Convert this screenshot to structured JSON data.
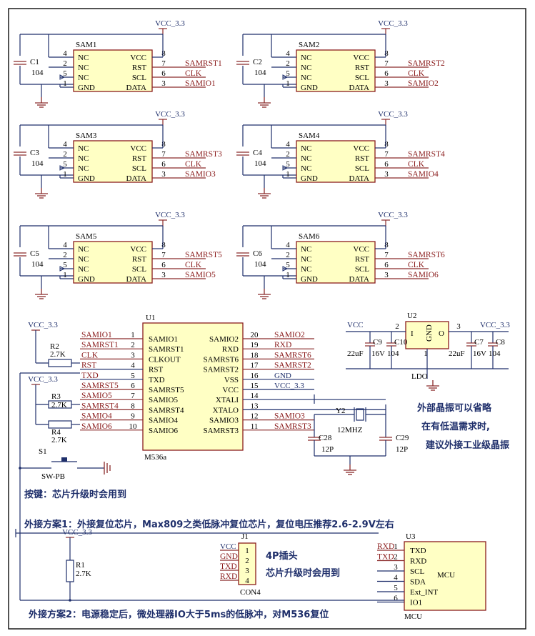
{
  "vcc33": "VCC_3.3",
  "vcc": "VCC",
  "sam_modules": [
    {
      "name": "SAM1",
      "cap": "C1",
      "rst": "SAMRST1",
      "io": "SAMIO1"
    },
    {
      "name": "SAM2",
      "cap": "C2",
      "rst": "SAMRST2",
      "io": "SAMIO2"
    },
    {
      "name": "SAM3",
      "cap": "C3",
      "rst": "SAMRST3",
      "io": "SAMIO3"
    },
    {
      "name": "SAM4",
      "cap": "C4",
      "rst": "SAMRST4",
      "io": "SAMIO4"
    },
    {
      "name": "SAM5",
      "cap": "C5",
      "rst": "SAMRST5",
      "io": "SAMIO5"
    },
    {
      "name": "SAM6",
      "cap": "C6",
      "rst": "SAMRST6",
      "io": "SAMIO6"
    }
  ],
  "sam_common": {
    "cap_value": "104",
    "clk": "CLK",
    "left_pins": [
      "NC",
      "NC",
      "NC",
      "GND"
    ],
    "right_pins": [
      "VCC",
      "RST",
      "SCL",
      "DATA"
    ],
    "left_nums": [
      "4",
      "2",
      "5",
      "1"
    ],
    "right_nums": [
      "8",
      "7",
      "6",
      "3"
    ]
  },
  "u1": {
    "ref": "U1",
    "part": "M536a",
    "left_pins": [
      "SAMIO1",
      "SAMRST1",
      "CLKOUT",
      "RST",
      "TXD",
      "SAMRST5",
      "SAMIO5",
      "SAMRST4",
      "SAMIO4",
      "SAMIO6"
    ],
    "left_nums": [
      "1",
      "2",
      "3",
      "4",
      "5",
      "6",
      "7",
      "8",
      "9",
      "10"
    ],
    "right_pins": [
      "SAMIO2",
      "RXD",
      "SAMRST6",
      "SAMRST2",
      "VSS",
      "VCC",
      "XTALI",
      "XTALO",
      "SAMIO3",
      "SAMRST3"
    ],
    "right_nums": [
      "20",
      "19",
      "18",
      "17",
      "16",
      "15",
      "14",
      "13",
      "12",
      "11"
    ],
    "left_nets": [
      "SAMIO1",
      "SAMRST1",
      "CLK",
      "RST",
      "TXD",
      "SAMRST5",
      "SAMIO5",
      "SAMRST4",
      "SAMIO4",
      "SAMIO6"
    ],
    "right_nets": [
      "SAMIO2",
      "RXD",
      "SAMRST6",
      "SAMRST2",
      "GND",
      "VCC_3.3",
      "",
      "",
      "SAMIO3",
      "SAMRST3"
    ]
  },
  "resistors": {
    "r2": {
      "ref": "R2",
      "value": "2.7K"
    },
    "r3": {
      "ref": "R3",
      "value": "2.7K"
    },
    "r4": {
      "ref": "R4",
      "value": "2.7K"
    },
    "r1": {
      "ref": "R1",
      "value": "2.7K"
    }
  },
  "switch": {
    "ref": "S1",
    "part": "SW-PB"
  },
  "crystal": {
    "ref": "Y2",
    "value": "12MHZ"
  },
  "crystal_caps": [
    {
      "ref": "C28",
      "value": "12P"
    },
    {
      "ref": "C29",
      "value": "12P"
    }
  ],
  "ldo": {
    "ref": "U2",
    "part": "LDO",
    "pin_i": "I",
    "pin_gnd": "GND",
    "pin_o": "O",
    "num_in": "2",
    "num_gnd": "1",
    "num_out": "3",
    "c9": "C9",
    "c10": "C10",
    "c7": "C7",
    "c8": "C8",
    "c9_val": "22uF",
    "c9_v": "16V",
    "c10_val": "104",
    "c7_val": "22uF",
    "c7_v": "16V",
    "c8_val": "104"
  },
  "notes": {
    "crystal_note": [
      "外部晶振可以省略",
      "在有低温需求时,",
      "建议外接工业级晶振"
    ],
    "button_note": "按键：芯片升级时会用到",
    "scheme1": "外接方案1：外接复位芯片，Max809之类低脉冲复位芯片，复位电压推荐2.6-2.9V左右",
    "scheme2": "外接方案2：电源稳定后，微处理器IO大于5ms的低脉冲，对M536复位",
    "header_note1": "4P插头",
    "header_note2": "芯片升级时会用到"
  },
  "j1": {
    "ref": "J1",
    "part": "CON4",
    "nets": [
      "VCC",
      "GND",
      "TXD",
      "RXD"
    ],
    "nums": [
      "1",
      "2",
      "3",
      "4"
    ]
  },
  "u3": {
    "ref": "U3",
    "part": "MCU",
    "label": "MCU",
    "pins": [
      "TXD",
      "RXD",
      "SCL",
      "SDA",
      "Ext_INT",
      "IO1"
    ],
    "nums": [
      "1",
      "2",
      "3",
      "4",
      "5",
      "6"
    ],
    "nets": [
      "RXD",
      "TXD"
    ]
  }
}
